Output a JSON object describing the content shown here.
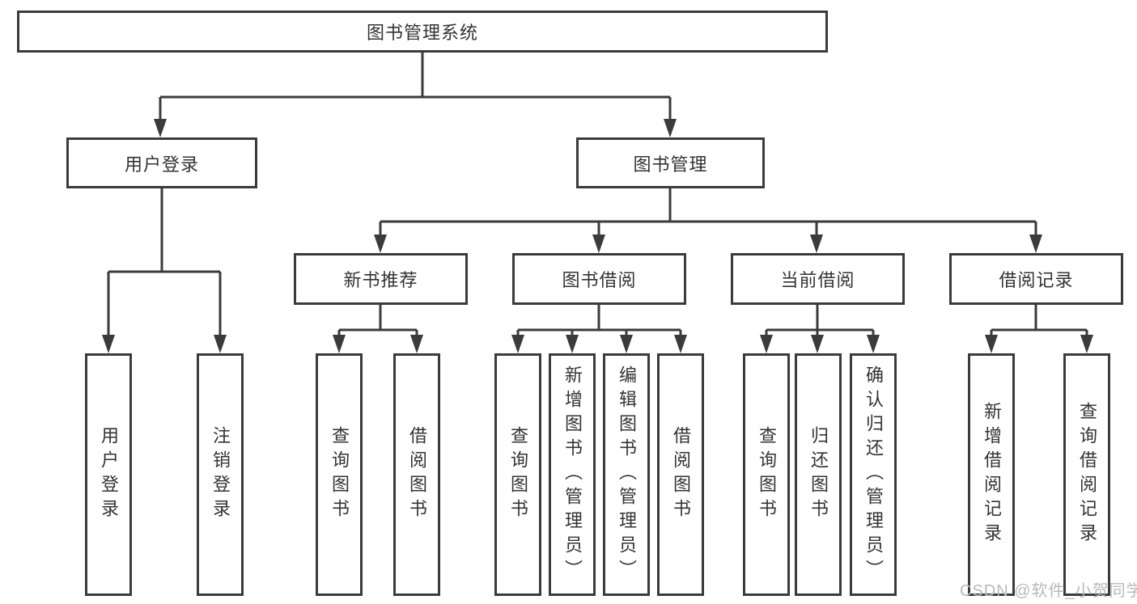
{
  "diagram_type": "hierarchy-flowchart",
  "colors": {
    "line": "#3b3b3b",
    "box_border": "#3b3b3b",
    "text": "#333333",
    "watermark": "#b9b9b9",
    "background": "#ffffff"
  },
  "tree": {
    "root": {
      "label": "图书管理系统",
      "children": [
        {
          "label": "用户登录",
          "children": [
            {
              "label": "用户登录"
            },
            {
              "label": "注销登录"
            }
          ]
        },
        {
          "label": "图书管理",
          "children": [
            {
              "label": "新书推荐",
              "children": [
                {
                  "label": "查询图书"
                },
                {
                  "label": "借阅图书"
                }
              ]
            },
            {
              "label": "图书借阅",
              "children": [
                {
                  "label": "查询图书"
                },
                {
                  "label": "新增图书（管理员）"
                },
                {
                  "label": "编辑图书（管理员）"
                },
                {
                  "label": "借阅图书"
                }
              ]
            },
            {
              "label": "当前借阅",
              "children": [
                {
                  "label": "查询图书"
                },
                {
                  "label": "归还图书"
                },
                {
                  "label": "确认归还（管理员）"
                }
              ]
            },
            {
              "label": "借阅记录",
              "children": [
                {
                  "label": "新增借阅记录"
                },
                {
                  "label": "查询借阅记录"
                }
              ]
            }
          ]
        }
      ]
    }
  },
  "watermark": {
    "text": "CSDN @软件_小贺同学"
  }
}
